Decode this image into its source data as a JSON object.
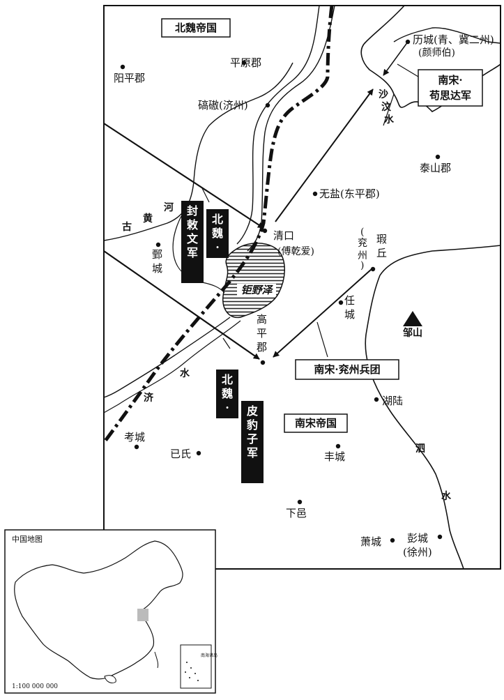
{
  "map": {
    "states": {
      "north": "北魏帝国",
      "south": "南宋帝国"
    },
    "places": {
      "yangping": "阳平郡",
      "pingyuan": "平原郡",
      "qiaoao": "碻磝(济州)",
      "licheng": "历城(青、冀二州)",
      "licheng_general": "(颜师伯)",
      "taishan": "泰山郡",
      "wuyan": "无盐(东平郡)",
      "qingkou": "清口",
      "qingkou_general": "(傅乾爱)",
      "juancheng": "鄄城",
      "xiaqiu": "瑕丘",
      "xiaqiu_note": "(兖州)",
      "rencheng": "任城",
      "gaoping": "高平郡",
      "kaocheng": "考城",
      "jishi": "已氏",
      "fengcheng": "丰城",
      "huling": "湖陆",
      "xiayi": "下邑",
      "xiaocheng": "萧城",
      "pengcheng": "彭城",
      "pengcheng_note": "(徐州)"
    },
    "features": {
      "juye_lake": "钜野泽",
      "zou_mountain": "邹山",
      "shawen_river": "沙汶水",
      "old_yellow_river": "古黄河",
      "ji_river_1": "济",
      "ji_river_2": "水",
      "si_river_1": "泗",
      "si_river_2": "水"
    },
    "armies": {
      "wei_fengchiwen": "北魏·封敕文军",
      "wei_pibaozi": "北魏·皮豹子军",
      "song_gousida": "南宋·\n苟思达军",
      "song_yanzhou": "南宋·兖州兵团"
    }
  },
  "inset": {
    "title": "中国地图",
    "scale": "1:100 000 000",
    "south_sea_label": "南海诸岛"
  }
}
